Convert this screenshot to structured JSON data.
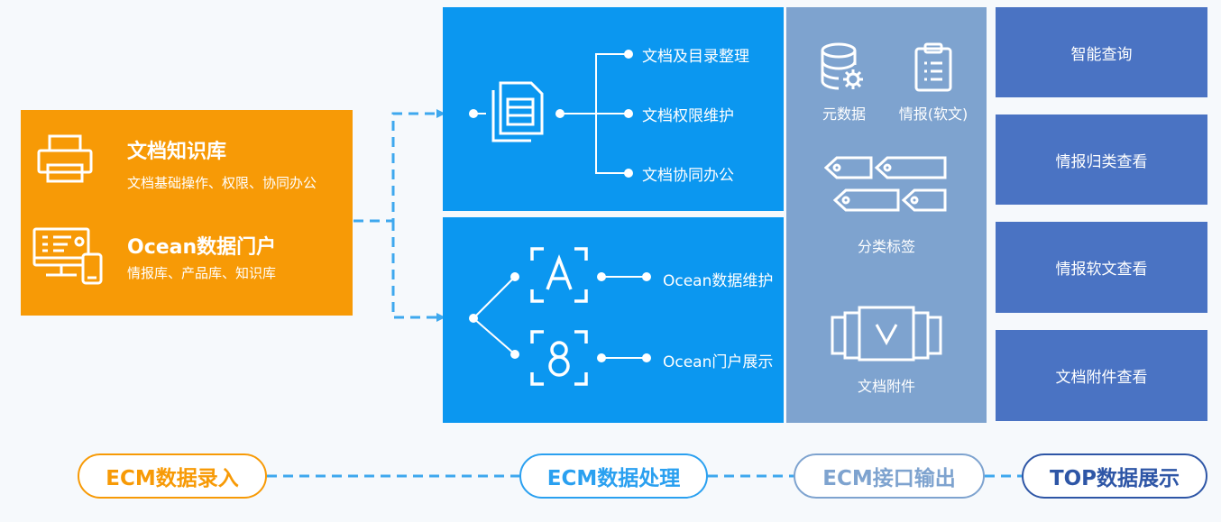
{
  "source": {
    "kb": {
      "title": "文档知识库",
      "desc": "文档基础操作、权限、协同办公",
      "icon": "printer-icon"
    },
    "portal": {
      "title": "Ocean数据门户",
      "desc": "情报库、产品库、知识库",
      "icon": "monitor-phone-icon"
    }
  },
  "processing": {
    "docs": {
      "icon": "document-icon",
      "items": [
        "文档及目录整理",
        "文档权限维护",
        "文档协同办公"
      ]
    },
    "ocean": {
      "items": [
        {
          "icon": "letter-a-scan-icon",
          "label": "Ocean数据维护"
        },
        {
          "icon": "number-8-scan-icon",
          "label": "Ocean门户展示"
        }
      ]
    }
  },
  "output": {
    "metadata": {
      "icon": "database-gear-icon",
      "label": "元数据"
    },
    "intel": {
      "icon": "clipboard-icon",
      "label": "情报(软文)"
    },
    "tags": {
      "icon": "tags-icon",
      "label": "分类标签"
    },
    "attachments": {
      "icon": "attachment-icon",
      "label": "文档附件"
    }
  },
  "display": [
    "智能查询",
    "情报归类查看",
    "情报软文查看",
    "文档附件查看"
  ],
  "stages": [
    {
      "label": "ECM数据录入",
      "color": "#f79a06"
    },
    {
      "label": "ECM数据处理",
      "color": "#2aa0f0"
    },
    {
      "label": "ECM接口输出",
      "color": "#7ea3cf"
    },
    {
      "label": "TOP数据展示",
      "color": "#2e56a6"
    }
  ]
}
